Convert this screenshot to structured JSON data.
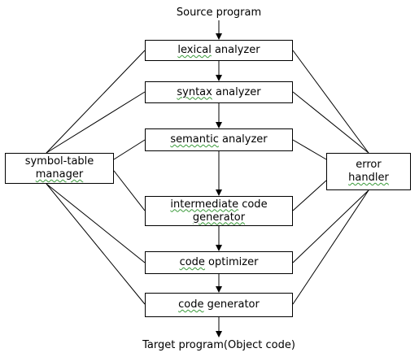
{
  "diagram": {
    "input_label": "Source program",
    "output_label": "Target program(Object code)",
    "phases": [
      {
        "label_a": "lexical",
        "label_b": " analyzer"
      },
      {
        "label_a": "syntax",
        "label_b": " analyzer"
      },
      {
        "label_a": "semantic",
        "label_b": " analyzer"
      },
      {
        "label_a": "intermediate",
        "label_b": " code",
        "label_c": "generator"
      },
      {
        "label_a": "code",
        "label_b": " optimizer"
      },
      {
        "label_a": "code",
        "label_b": " generator"
      }
    ],
    "symbol_table": {
      "line1": "symbol-table",
      "line2": "manager"
    },
    "error_handler": {
      "line1": "error",
      "line2": "handler"
    },
    "colors": {
      "stroke": "#000000",
      "spellcheck_underline": "#3a9a3a"
    }
  }
}
